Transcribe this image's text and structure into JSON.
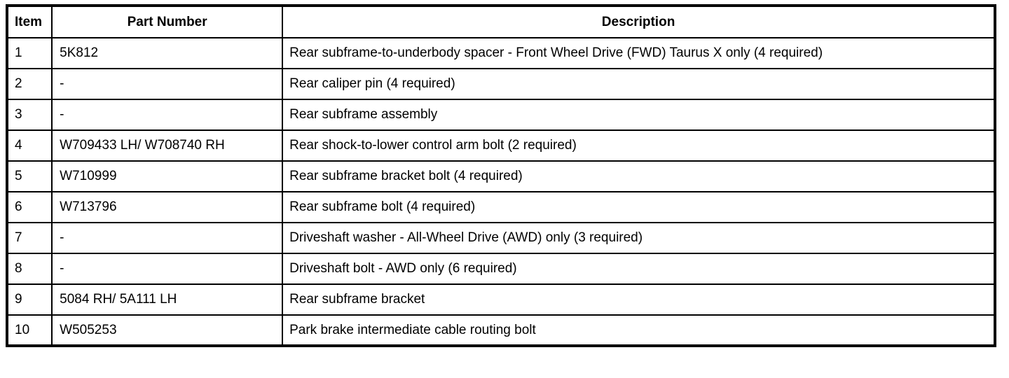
{
  "table": {
    "columns": [
      {
        "key": "item",
        "label": "Item",
        "align": "left"
      },
      {
        "key": "part_number",
        "label": "Part Number",
        "align": "center"
      },
      {
        "key": "description",
        "label": "Description",
        "align": "center"
      }
    ],
    "rows": [
      {
        "item": "1",
        "part_number": "5K812",
        "description": "Rear subframe-to-underbody spacer - Front Wheel Drive (FWD) Taurus X only (4 required)"
      },
      {
        "item": "2",
        "part_number": "-",
        "description": "Rear caliper pin (4 required)"
      },
      {
        "item": "3",
        "part_number": "-",
        "description": "Rear subframe assembly"
      },
      {
        "item": "4",
        "part_number": "W709433 LH/ W708740 RH",
        "description": "Rear shock-to-lower control arm bolt (2 required)"
      },
      {
        "item": "5",
        "part_number": "W710999",
        "description": "Rear subframe bracket bolt (4 required)"
      },
      {
        "item": "6",
        "part_number": "W713796",
        "description": "Rear subframe bolt (4 required)"
      },
      {
        "item": "7",
        "part_number": "-",
        "description": "Driveshaft washer - All-Wheel Drive (AWD) only (3 required)"
      },
      {
        "item": "8",
        "part_number": "-",
        "description": "Driveshaft bolt - AWD only (6 required)"
      },
      {
        "item": "9",
        "part_number": "5084 RH/ 5A111 LH",
        "description": "Rear subframe bracket"
      },
      {
        "item": "10",
        "part_number": "W505253",
        "description": "Park brake intermediate cable routing bolt"
      }
    ]
  },
  "colors": {
    "border": "#000000",
    "text": "#000000",
    "background": "#ffffff"
  }
}
